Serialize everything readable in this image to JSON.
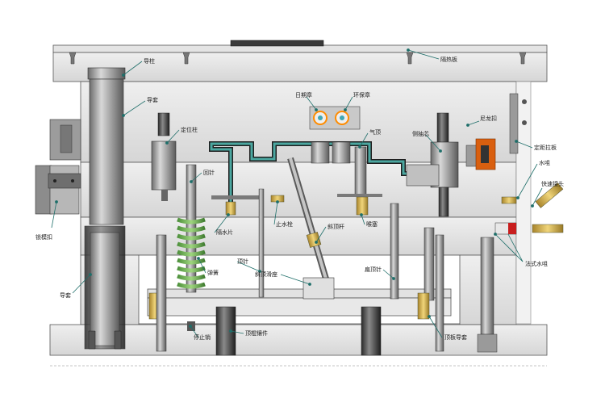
{
  "labels": {
    "guide_pillar": "导柱",
    "insulation_plate": "隔热板",
    "guide_bush_top": "导套",
    "locating_pillar": "定位柱",
    "date_stamp": "日期章",
    "eco_stamp": "环保章",
    "air_valve": "气顶",
    "side_core": "侧抽芯",
    "nylon_latch": "尼龙扣",
    "fixed_pull_plate": "定距拉板",
    "return_pin": "回针",
    "water_nozzle": "水咀",
    "quick_connector": "快速接头",
    "baffle": "隔水片",
    "water_stop": "止水栓",
    "lifter_pin": "斜顶杆",
    "sleeve": "喉塞",
    "lock_latch": "锁模扣",
    "spring": "弹簧",
    "ejector_pin": "顶针",
    "lifter_slide": "斜顶滑座",
    "flat_ejector": "扁顶针",
    "european_nozzle": "法式水咀",
    "guide_bush_bottom": "导套",
    "stop_pin": "停止销",
    "ejector_insert": "顶棍镶件",
    "ejector_guide_bush": "顶板导套"
  }
}
